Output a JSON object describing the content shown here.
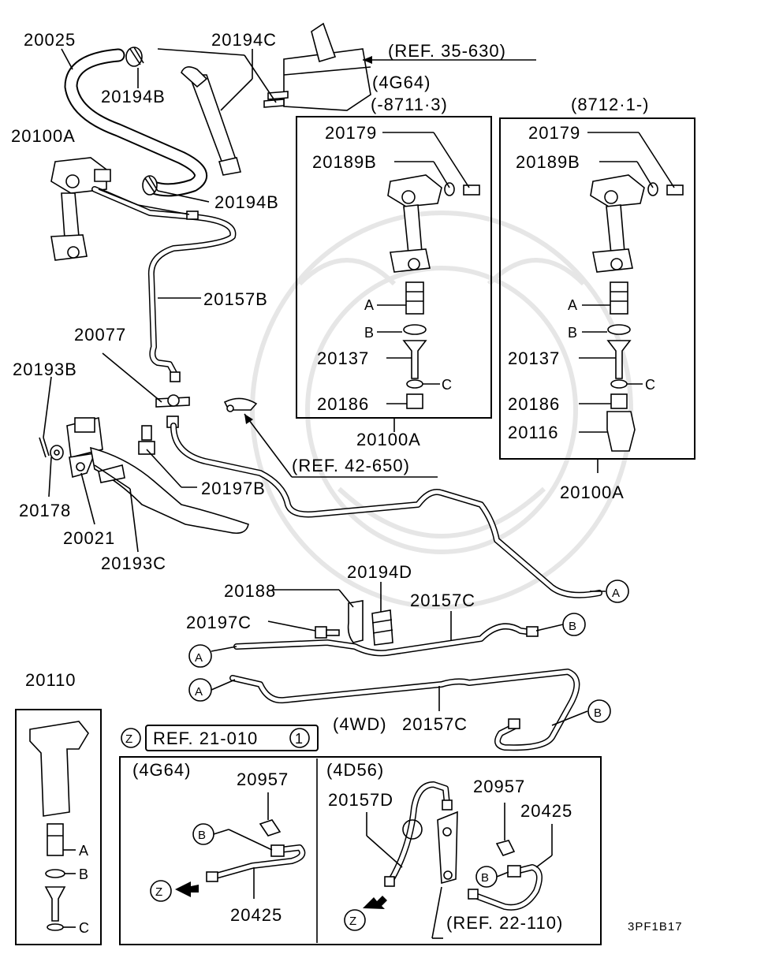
{
  "labels": {
    "l20025": "20025",
    "l20194C": "20194C",
    "l20194B_top": "20194B",
    "l20194B_mid": "20194B",
    "l20100A_left": "20100A",
    "l20157B": "20157B",
    "l20077": "20077",
    "l20193B": "20193B",
    "l20178": "20178",
    "l20021": "20021",
    "l20193C": "20193C",
    "l20197B": "20197B",
    "l20188": "20188",
    "l20194D": "20194D",
    "l20197C": "20197C",
    "l20157C_top": "20157C",
    "l20157C_4wd": "20157C",
    "l20110": "20110",
    "box1_20179": "20179",
    "box1_20189B": "20189B",
    "box1_20137": "20137",
    "box1_20186": "20186",
    "box1_under": "20100A",
    "box2_20179": "20179",
    "box2_20189B": "20189B",
    "box2_20137": "20137",
    "box2_20186": "20186",
    "box2_20116": "20116",
    "box2_under": "20100A",
    "z_20957_left": "20957",
    "z_20425_left": "20425",
    "z_20157D": "20157D",
    "z_20957_right": "20957",
    "z_20425_right": "20425",
    "letter_A": "A",
    "letter_B": "B",
    "letter_C": "C",
    "letter_Z": "Z"
  },
  "refs": {
    "ref_35_630": "(REF. 35-630)",
    "ref_42_650": "(REF. 42-650)",
    "ref_21_010": "REF. 21-010",
    "ref_21_010_num": "1",
    "ref_22_110": "(REF. 22-110)"
  },
  "variants": {
    "engine_4g64": "(4G64)",
    "serial_old": "(-8711·3)",
    "serial_new": "(8712·1-)",
    "wd4": "(4WD)",
    "z_4g64": "(4G64)",
    "z_4d56": "(4D56)"
  },
  "diagram_code": "3PF1B17"
}
